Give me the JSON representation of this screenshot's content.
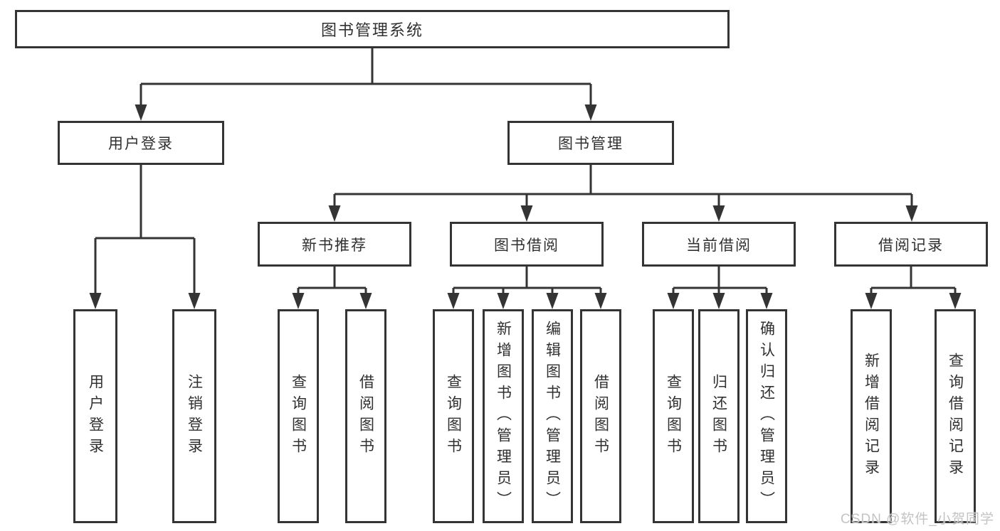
{
  "diagram": {
    "root": {
      "label": "图书管理系统"
    },
    "level2": [
      {
        "label": "用户登录",
        "parent": "图书管理系统"
      },
      {
        "label": "图书管理",
        "parent": "图书管理系统"
      }
    ],
    "level3": [
      {
        "label": "新书推荐",
        "parent": "图书管理"
      },
      {
        "label": "图书借阅",
        "parent": "图书管理"
      },
      {
        "label": "当前借阅",
        "parent": "图书管理"
      },
      {
        "label": "借阅记录",
        "parent": "图书管理"
      }
    ],
    "leaves": [
      {
        "label": "用户登录",
        "parent": "用户登录"
      },
      {
        "label": "注销登录",
        "parent": "用户登录"
      },
      {
        "label": "查询图书",
        "parent": "新书推荐"
      },
      {
        "label": "借阅图书",
        "parent": "新书推荐"
      },
      {
        "label": "查询图书",
        "parent": "图书借阅"
      },
      {
        "label": "新增图书（管理员）",
        "parent": "图书借阅"
      },
      {
        "label": "编辑图书（管理员）",
        "parent": "图书借阅"
      },
      {
        "label": "借阅图书",
        "parent": "图书借阅"
      },
      {
        "label": "查询图书",
        "parent": "当前借阅"
      },
      {
        "label": "归还图书",
        "parent": "当前借阅"
      },
      {
        "label": "确认归还（管理员）",
        "parent": "当前借阅"
      },
      {
        "label": "新增借阅记录",
        "parent": "借阅记录"
      },
      {
        "label": "查询借阅记录",
        "parent": "借阅记录"
      }
    ]
  },
  "watermark": {
    "text": "CSDN @软件_小贺同学"
  },
  "colors": {
    "border": "#343434",
    "line": "#343434",
    "text": "#303030",
    "watermark": "#c3c3c3",
    "background": "#ffffff"
  }
}
